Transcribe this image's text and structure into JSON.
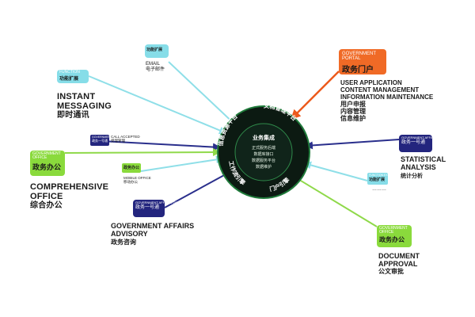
{
  "hub": {
    "title": "业务集成",
    "lines": [
      "正式服务后端",
      "数据库接口",
      "数据服务平台",
      "数据维护"
    ],
    "ring_text": [
      "信息资源平台",
      "文档管理平台",
      "门户引擎",
      "工作流引擎"
    ]
  },
  "nodes": {
    "email": {
      "header": "功能扩展",
      "en": "EMAIL",
      "zh": "电子邮件"
    },
    "instant_messaging": {
      "tag_header": "FUNCTION",
      "tag_zh": "功能扩展",
      "en": "INSTANT MESSAGING",
      "zh": "即时通讯"
    },
    "government_portal": {
      "header_line1": "GOVERNMENT",
      "header_line2": "PORTAL",
      "zh": "政务门户",
      "items_en": [
        "USER APPLICATION",
        "CONTENT MANAGEMENT",
        "INFORMATION MAINTENANCE"
      ],
      "items_zh": [
        "用户申报",
        "内容管理",
        "信息维护"
      ]
    },
    "call_accepted": {
      "header": "GOVERNMENT",
      "zh": "政务一号通",
      "en": "CALL ACCEPTED",
      "detail": "受理管理"
    },
    "mobile_office": {
      "zh": "政务办公",
      "en": "MOBILE OFFICE",
      "detail": "移动办公"
    },
    "comprehensive_office": {
      "header": "GOVERNMENT OFFICE",
      "zh": "政务办公",
      "en": "COMPREHENSIVE OFFICE",
      "cn_label": "综合办公"
    },
    "statistical_analysis": {
      "header": "GOVERNMENT AFFAIRS OPEN",
      "zh": "政务一号通",
      "en": "STATISTICAL ANALYSIS",
      "cn_label": "统计分析"
    },
    "extension": {
      "header": "FUNCTION EXTENSION",
      "zh": "功能扩展",
      "ellipsis": "………"
    },
    "affairs_advisory": {
      "header": "GOVERNMENT AFFAIRS OPEN",
      "zh": "政务一号通",
      "en": "GOVERNMENT AFFAIRS ADVISORY",
      "cn_label": "政务咨询"
    },
    "document_approval": {
      "header": "GOVERNMENT OFFICE",
      "zh": "政务办公",
      "en": "DOCUMENT APPROVAL",
      "cn_label": "公文审批"
    }
  },
  "colors": {
    "hub": "#0c1a12",
    "hub_ring": "#1f7a3a",
    "cyan": "#86dde8",
    "navy": "#23257e",
    "green": "#8ada3c",
    "orange": "#f06a26",
    "orange_line": "#ec5a1c",
    "navy_line": "#2a2f8c",
    "green_line": "#8fd94a",
    "cyan_line": "#8fdfe8"
  }
}
